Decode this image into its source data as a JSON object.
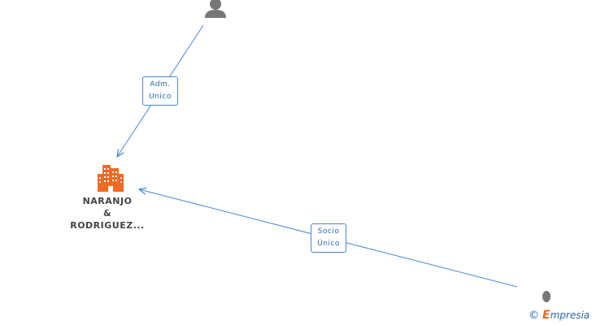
{
  "company": {
    "name_lines": [
      "NARANJO",
      "&",
      "RODRIGUEZ..."
    ],
    "icon": "building-icon",
    "color": "#f26a21"
  },
  "persons": [
    {
      "icon": "person-icon",
      "color": "#777777"
    },
    {
      "icon": "person-icon",
      "color": "#777777"
    }
  ],
  "edges": [
    {
      "label_lines": [
        "Adm.",
        "Unico"
      ],
      "color": "#4a86d4"
    },
    {
      "label_lines": [
        "Socio",
        "Único"
      ],
      "color": "#4a86d4"
    }
  ],
  "watermark": {
    "symbol": "©",
    "brand_initial": "E",
    "brand_rest": "mpresia"
  }
}
